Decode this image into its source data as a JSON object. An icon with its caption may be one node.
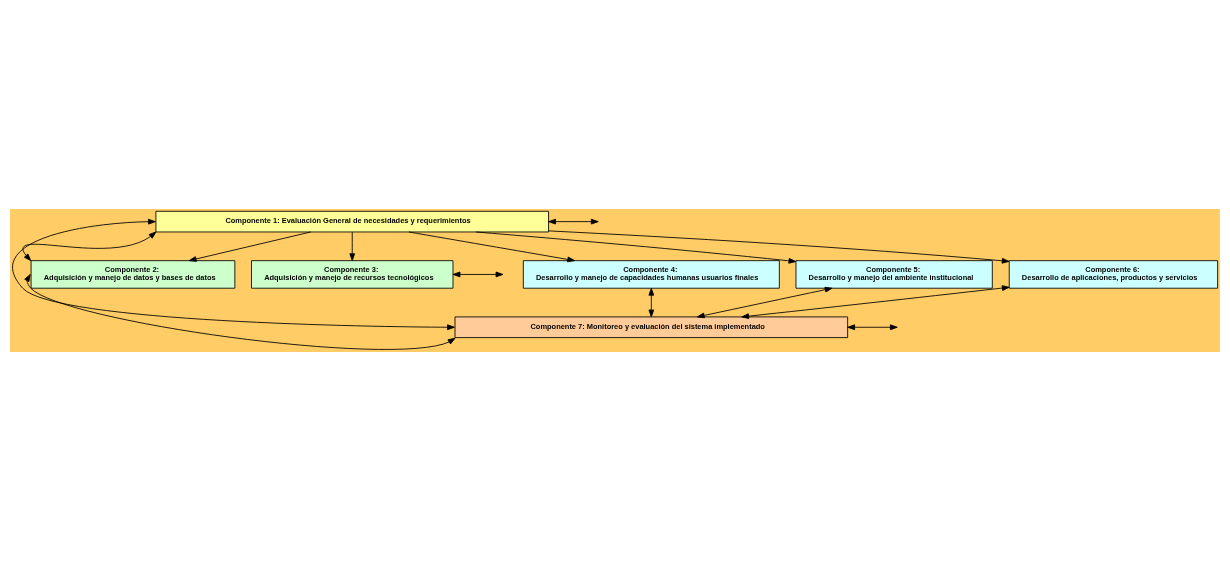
{
  "diagram": {
    "nodes": [
      {
        "text": [
          "Componente 1: Evaluación General de necesidades y requerimientos"
        ]
      },
      {
        "text": [
          "Componente 2:",
          "Adquisición y manejo de datos y bases de datos"
        ]
      },
      {
        "text": [
          "Componente 3:",
          "Adquisición y manejo de recursos tecnológicos"
        ]
      },
      {
        "text": [
          "Componente 4:",
          "Desarrollo y manejo de capacidades humanas usuarios finales"
        ]
      },
      {
        "text": [
          "Componente 5:",
          "Desarrollo y manejo del ambiente institucional"
        ]
      },
      {
        "text": [
          "Componente 6:",
          "Desarrollo de aplicaciones, productos y servicios"
        ]
      },
      {
        "text": [
          "Componente 7: Monitoreo y evaluación del sistema implementado"
        ]
      }
    ],
    "edges": [
      {
        "from": 0,
        "to": 1,
        "arrow": "to"
      },
      {
        "from": 0,
        "to": 2,
        "arrow": "to"
      },
      {
        "from": 0,
        "to": 3,
        "arrow": "to"
      },
      {
        "from": 0,
        "to": 4,
        "arrow": "to"
      },
      {
        "from": 0,
        "to": 5,
        "arrow": "to"
      },
      {
        "from": 3,
        "to": 6,
        "arrow": "both"
      },
      {
        "from": 4,
        "to": 6,
        "arrow": "both"
      },
      {
        "from": 5,
        "to": 6,
        "arrow": "both"
      },
      {
        "from": 0,
        "to": 1,
        "arrow": "both"
      },
      {
        "from": 0,
        "to": 6,
        "arrow": "both"
      },
      {
        "from": 1,
        "to": 6,
        "arrow": "both"
      },
      {
        "from": 0,
        "to": null,
        "arrow": "both"
      },
      {
        "from": 2,
        "to": null,
        "arrow": "both"
      },
      {
        "from": 6,
        "to": null,
        "arrow": "both"
      }
    ]
  }
}
